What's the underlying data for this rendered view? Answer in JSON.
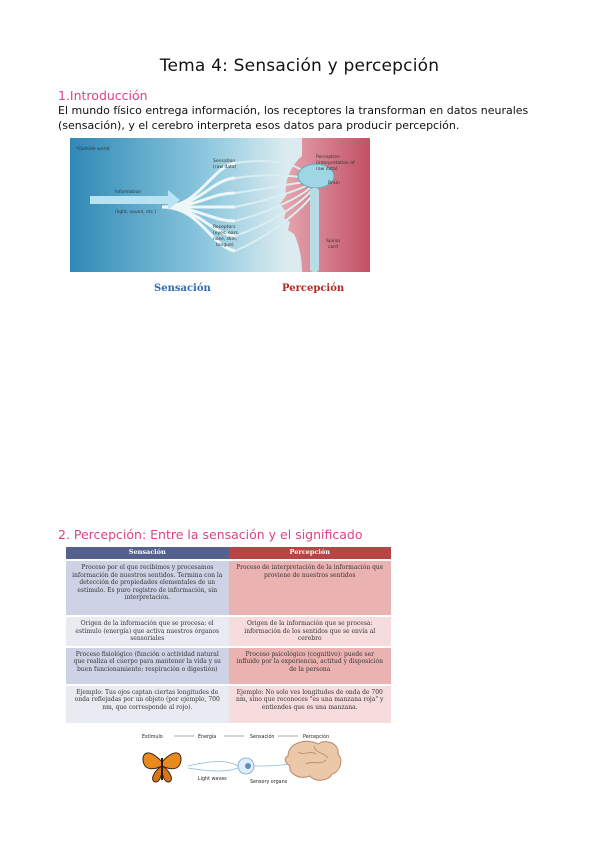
{
  "title": "Tema 4: Sensación y percepción",
  "section1": {
    "heading": "1.Introducción",
    "text": "El mundo físico entrega información, los receptores la transforman en datos neurales (sensación), y el cerebro interpreta esos datos para producir percepción."
  },
  "figure1": {
    "outside_world": "*Outside world",
    "sensation": "Sensation",
    "sensation_sub": "(raw data)",
    "information": "Information",
    "information_sub": "(light, sound, etc.)",
    "receptors": "Receptors",
    "receptors_sub1": "(eyes, ears,",
    "receptors_sub2": "nose, skin,",
    "receptors_sub3": "tongue)",
    "perception": "Perception",
    "perception_sub1": "(interpretation of",
    "perception_sub2": "raw data)",
    "brain": "Brain",
    "spinal1": "Spinal",
    "spinal2": "cord",
    "caption_left": "Sensación",
    "caption_right": "Percepción"
  },
  "section2": {
    "heading": "2. Percepción: Entre la sensación y el significado",
    "table": {
      "headers": [
        "Sensación",
        "Percepción"
      ],
      "rows": [
        [
          "Proceso por el que recibimos y procesamos información de nuestros sentidos. Termina con la detección de propiedades elementales de un estímulo. Es puro registro de información, sin interpretación.",
          "Proceso de interpretación de la información que proviene de nuestros sentidos"
        ],
        [
          "Origen de la información que se procesa: el estímulo (energía) que activa nuestros órganos sensoriales",
          "Origen de la información que se procesa: información de los sentidos que se envía al cerebro"
        ],
        [
          "Proceso fisiológico (función o actividad natural que realiza el cuerpo para mantener la vida y su buen funcionamiento: respiración o digestión)",
          "Proceso psicológico (cognitivo): puede ser influido por la experiencia, actitud y disposición de la persona"
        ],
        [
          "Ejemplo: Tus ojos captan ciertas longitudes de onda reflejadas por un objeto (por ejemplo, 700 nm, que corresponde al rojo).",
          "Ejemplo: No solo ves longitudes de onda de 700 nm, sino que reconoces \"es una manzana roja\" y entiendes que es una manzana."
        ]
      ]
    }
  },
  "figure2": {
    "labels": [
      "Estímulo",
      "Energía",
      "Sensación",
      "Percepción"
    ],
    "sub1": "Light waves",
    "sub2": "Sensory organs"
  },
  "colors": {
    "heading": "#e0418a",
    "caption_left": "#2f6bb3",
    "caption_right": "#b12a26",
    "table_head_left": "#53618c",
    "table_head_right": "#b84444"
  }
}
